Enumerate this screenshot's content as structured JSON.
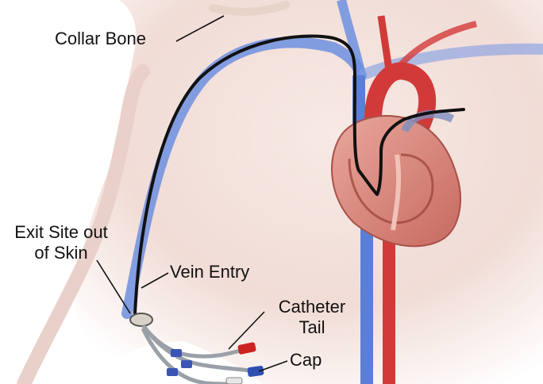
{
  "labels": {
    "collar_bone": "Collar Bone",
    "exit_site_line1": "Exit Site out",
    "exit_site_line2": "of Skin",
    "vein_entry": "Vein Entry",
    "catheter_tail_line1": "Catheter",
    "catheter_tail_line2": "Tail",
    "cap": "Cap"
  },
  "colors": {
    "skin": "#f4e2dd",
    "vein": "#5b7fd6",
    "artery": "#d23a3a",
    "heart": "#d8837a",
    "catheter": "#111111",
    "cap_red": "#cc2222",
    "cap_blue": "#2f4fb0"
  }
}
